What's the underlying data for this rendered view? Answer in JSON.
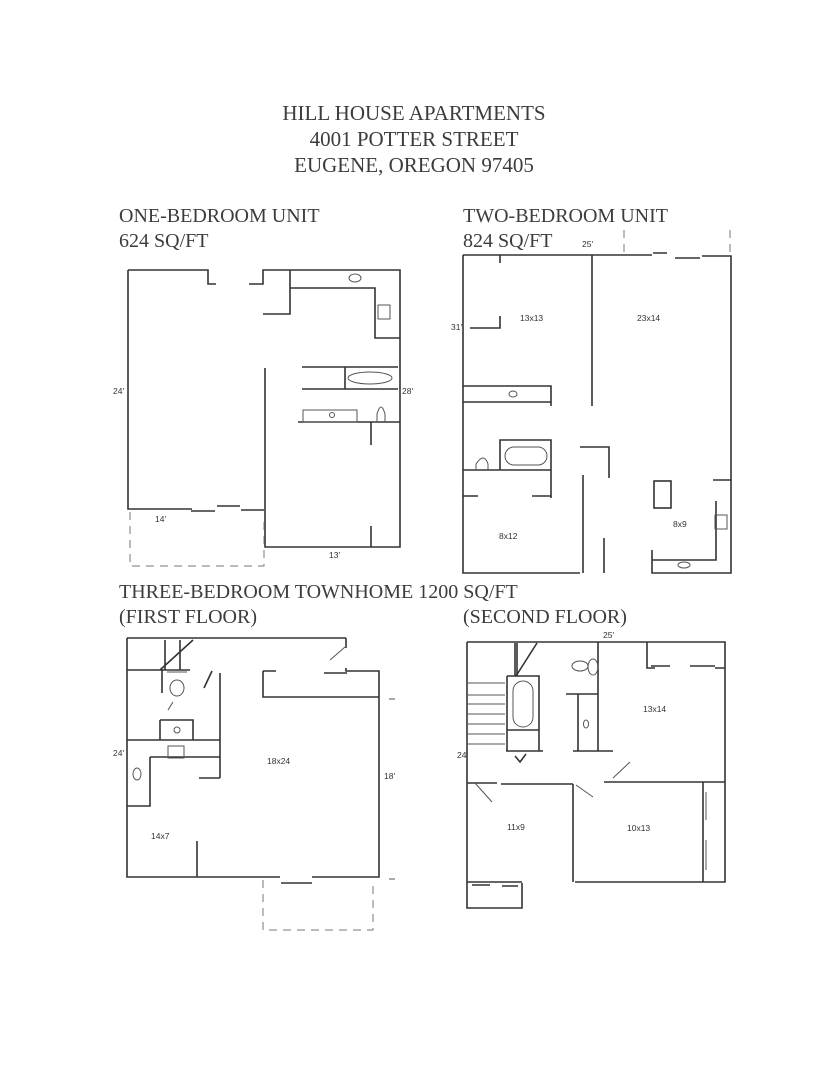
{
  "header": {
    "line1": "HILL HOUSE APARTMENTS",
    "line2": "4001 POTTER STREET",
    "line3": "EUGENE, OREGON 97405"
  },
  "one_bedroom": {
    "title": "ONE-BEDROOM UNIT",
    "area": "624 SQ/FT",
    "dims": {
      "left": "24'",
      "right": "28'",
      "patio": "14'",
      "bottom": "13'"
    }
  },
  "two_bedroom": {
    "title": "TWO-BEDROOM UNIT",
    "area": "824 SQ/FT",
    "dims": {
      "top": "25'",
      "left": "31'"
    },
    "rooms": [
      "13x13",
      "23x14",
      "8x12",
      "8x9"
    ]
  },
  "townhome": {
    "title": "THREE-BEDROOM TOWNHOME 1200 SQ/FT",
    "first_floor": {
      "label": "(FIRST FLOOR)",
      "dims": {
        "left": "24'",
        "right": "18'"
      },
      "rooms": [
        "18x24",
        "14x7"
      ]
    },
    "second_floor": {
      "label": "(SECOND FLOOR)",
      "dims": {
        "top": "25'",
        "left": "24'"
      },
      "rooms": [
        "13x14",
        "11x9",
        "10x13"
      ]
    }
  }
}
